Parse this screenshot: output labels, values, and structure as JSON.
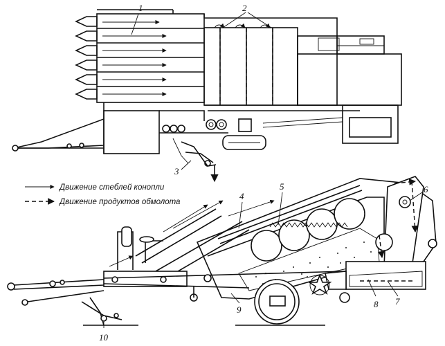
{
  "legend": {
    "stalk_movement": "Движение стеблей конопли",
    "threshing_movement": "Движение продуктов обмолота"
  },
  "callouts": {
    "c1": "1",
    "c2": "2",
    "c3": "3",
    "c4": "4",
    "c5": "5",
    "c6": "6",
    "c7": "7",
    "c8": "8",
    "c9": "9",
    "c10": "10"
  }
}
